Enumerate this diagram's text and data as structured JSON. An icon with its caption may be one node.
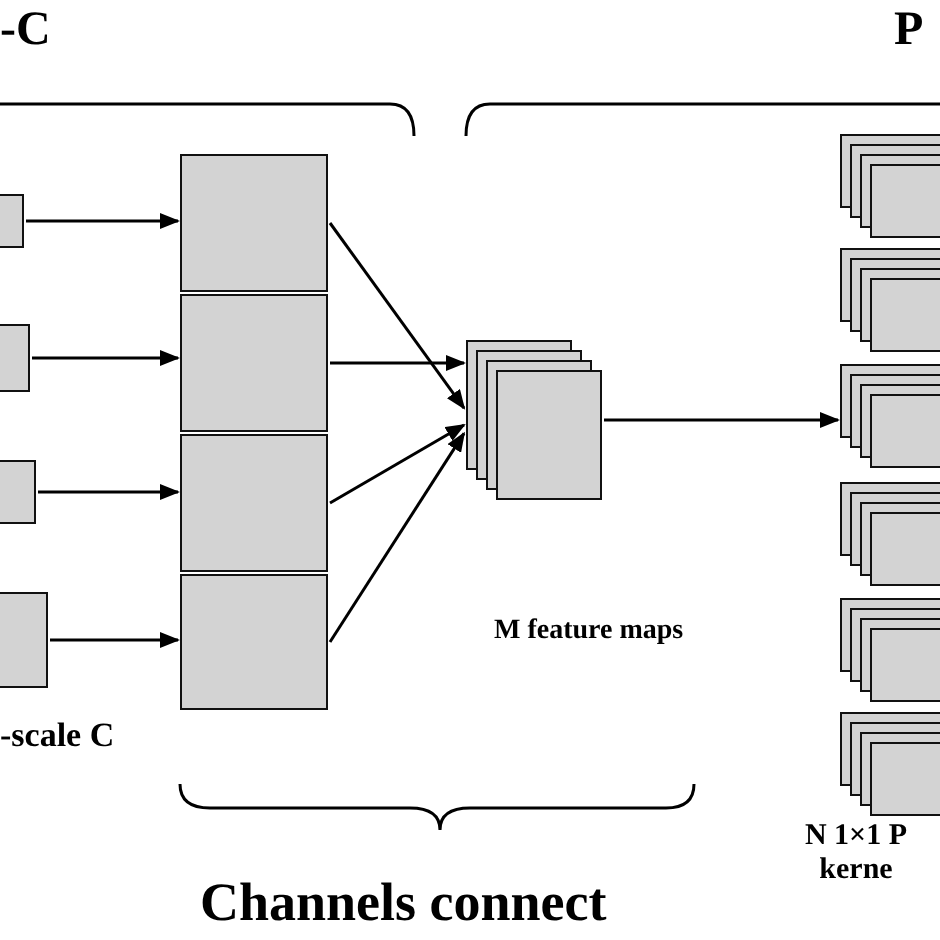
{
  "diagram": {
    "nodes": [
      {
        "text": [],
        "shape": "box"
      },
      {
        "text": [],
        "shape": "box"
      },
      {
        "text": [],
        "shape": "box"
      },
      {
        "text": [],
        "shape": "box"
      },
      {
        "text": [],
        "shape": "box"
      },
      {
        "text": [],
        "shape": "box"
      },
      {
        "text": [],
        "shape": "box"
      },
      {
        "text": [],
        "shape": "box"
      },
      {
        "text": [],
        "shape": "stack"
      },
      {
        "text": [],
        "shape": "stack"
      },
      {
        "text": [],
        "shape": "stack"
      },
      {
        "text": [],
        "shape": "stack"
      },
      {
        "text": [],
        "shape": "stack"
      },
      {
        "text": [],
        "shape": "stack"
      },
      {
        "text": [],
        "shape": "stack"
      }
    ],
    "edges": [
      {
        "from": 0,
        "to": 4,
        "arrow": "to"
      },
      {
        "from": 1,
        "to": 5,
        "arrow": "to"
      },
      {
        "from": 2,
        "to": 6,
        "arrow": "to"
      },
      {
        "from": 3,
        "to": 7,
        "arrow": "to"
      },
      {
        "from": 4,
        "to": 8,
        "arrow": "to"
      },
      {
        "from": 5,
        "to": 8,
        "arrow": "to"
      },
      {
        "from": 6,
        "to": 8,
        "arrow": "to"
      },
      {
        "from": 7,
        "to": 8,
        "arrow": "to"
      },
      {
        "from": 8,
        "to": 11,
        "arrow": "to"
      }
    ],
    "labels": [
      "-C",
      "P",
      "M feature maps",
      "-scale C",
      "Channels connect",
      "N 1×1 P kerne"
    ]
  }
}
